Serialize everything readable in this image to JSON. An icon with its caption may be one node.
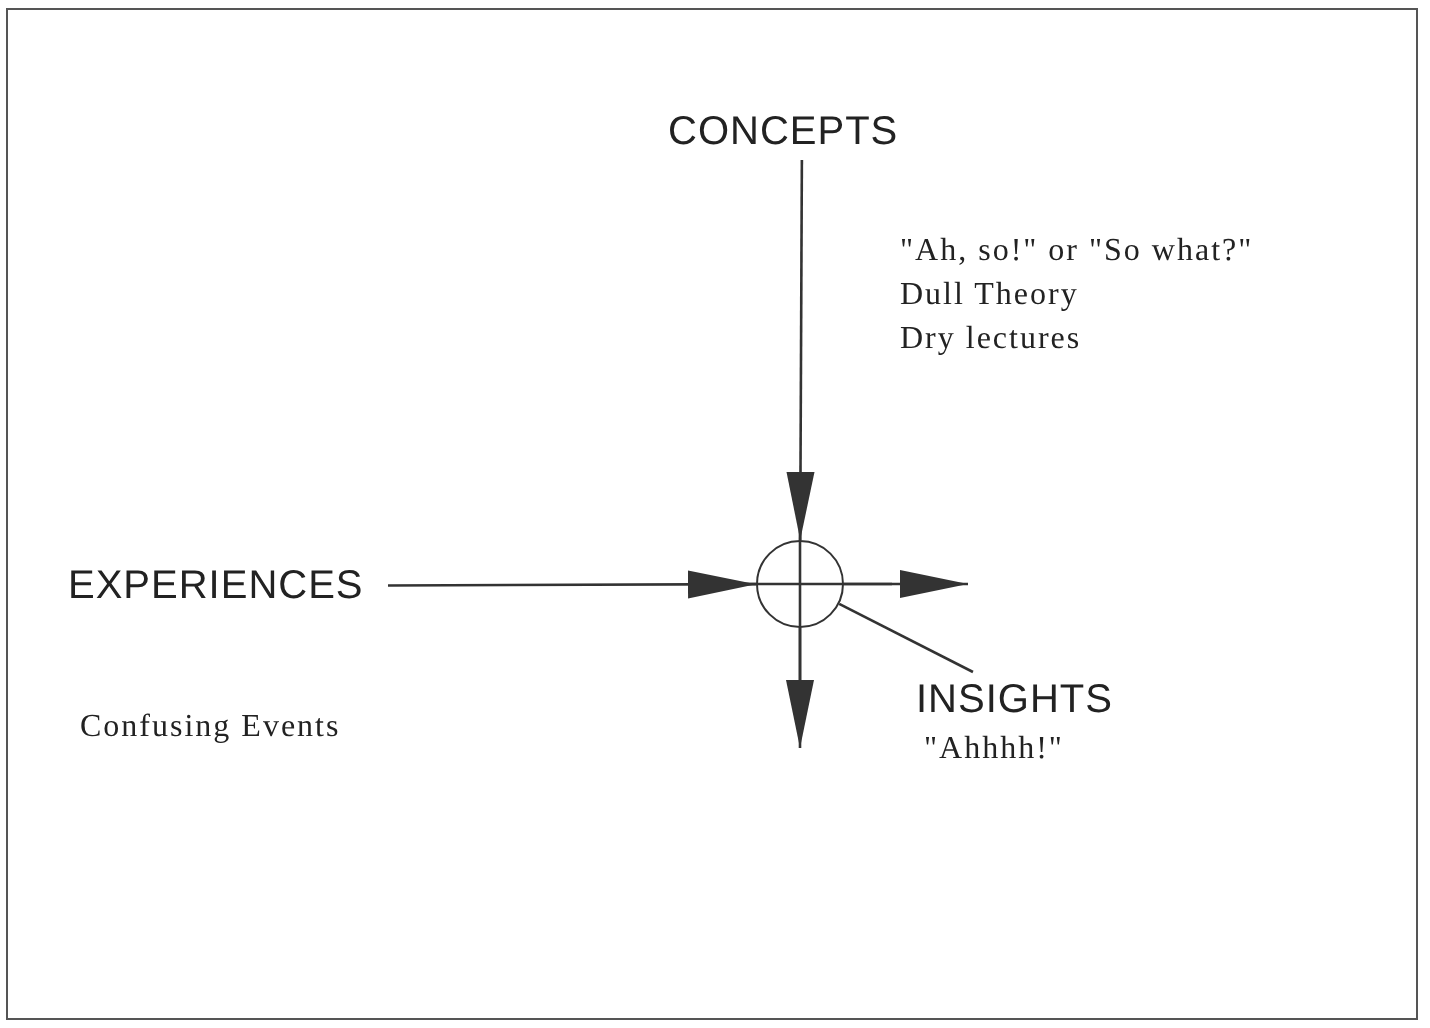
{
  "diagram": {
    "nodes": [
      {
        "text": [
          "CONCEPTS"
        ],
        "beside": [
          "\"Ah, so!\" or \"So what?\"",
          "Dull Theory",
          "Dry lectures"
        ]
      },
      {
        "text": [
          "EXPERIENCES"
        ],
        "beside": [
          "Confusing Events"
        ]
      },
      {
        "text": [],
        "shape": "circle"
      },
      {
        "text": [
          "INSIGHTS"
        ],
        "beside": [
          "\"Ahhhh!\""
        ]
      }
    ],
    "edges": [
      {
        "from": 0,
        "to": 2,
        "arrow": "to"
      },
      {
        "from": 1,
        "to": 2,
        "arrow": "to"
      },
      {
        "from": 2,
        "to": null,
        "arrow": "to"
      },
      {
        "from": 2,
        "to": null,
        "arrow": "to"
      },
      {
        "from": 3,
        "to": 2,
        "arrow": "none"
      }
    ]
  }
}
